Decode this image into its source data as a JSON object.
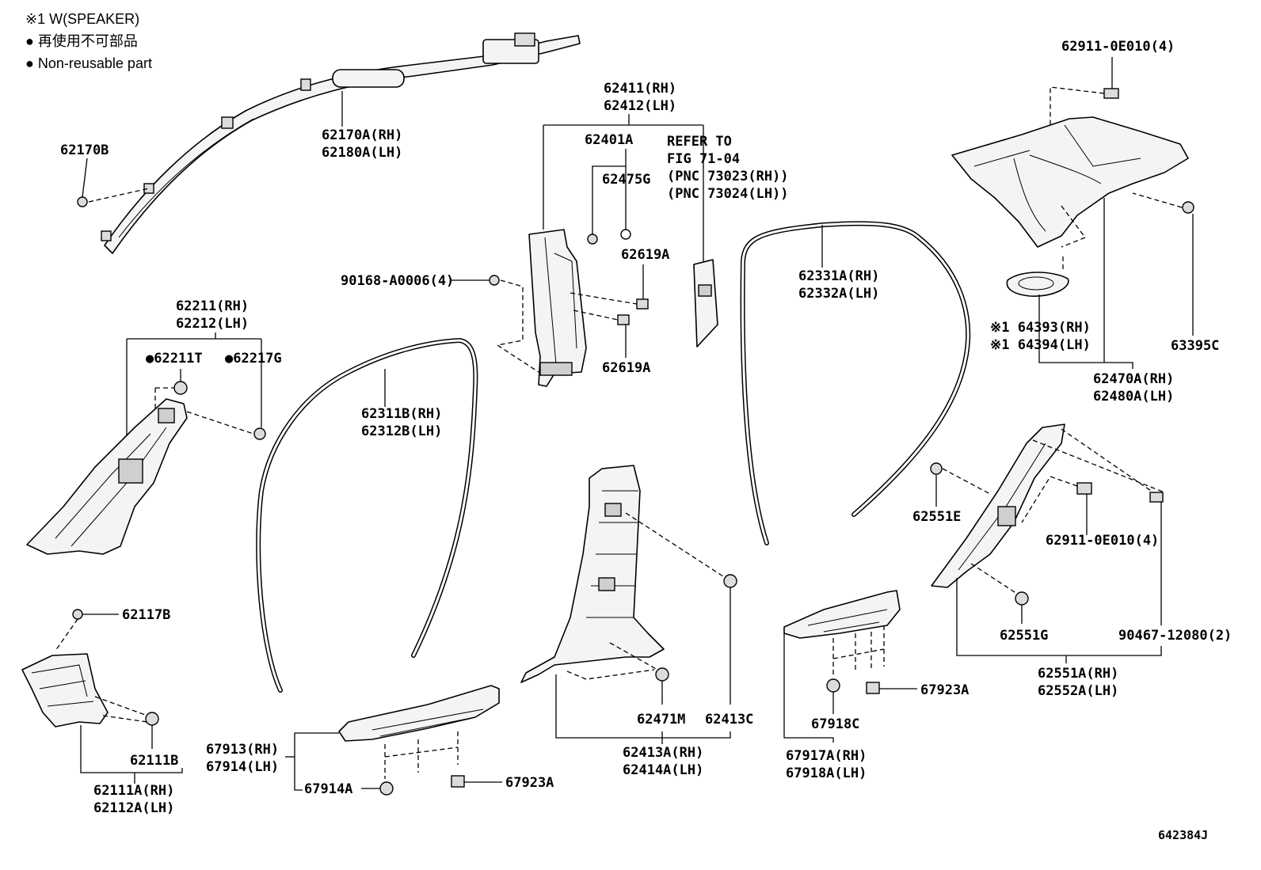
{
  "legend": {
    "note_speaker": "※1 W(SPEAKER)",
    "non_reusable_jp": "● 再使用不可部品",
    "non_reusable_en": "● Non-reusable part"
  },
  "refer": {
    "line1": "REFER TO",
    "line2": "FIG 71-04",
    "line3": "(PNC 73023(RH))",
    "line4": "(PNC 73024(LH))"
  },
  "labels": {
    "p62170B": "62170B",
    "p62170A_rh": "62170A(RH)",
    "p62180A_lh": "62180A(LH)",
    "p62411_rh": "62411(RH)",
    "p62412_lh": "62412(LH)",
    "p62401A": "62401A",
    "p62475G": "62475G",
    "p62619A_top": "62619A",
    "p62619A_bot": "62619A",
    "p90168": "90168-A0006(4)",
    "p62911_top": "62911-0E010(4)",
    "p62331A_rh": "62331A(RH)",
    "p62332A_lh": "62332A(LH)",
    "p64393_rh": "※1 64393(RH)",
    "p64394_lh": "※1 64394(LH)",
    "p63395C": "63395C",
    "p62470A_rh": "62470A(RH)",
    "p62480A_lh": "62480A(LH)",
    "p62211_rh": "62211(RH)",
    "p62212_lh": "62212(LH)",
    "p62211T": "●62211T",
    "p62217G": "●62217G",
    "p62311B_rh": "62311B(RH)",
    "p62312B_lh": "62312B(LH)",
    "p62551E": "62551E",
    "p62911_mid": "62911-0E010(4)",
    "p62551G": "62551G",
    "p90467": "90467-12080(2)",
    "p62551A_rh": "62551A(RH)",
    "p62552A_lh": "62552A(LH)",
    "p62117B": "62117B",
    "p62111B": "62111B",
    "p62111A_rh": "62111A(RH)",
    "p62112A_lh": "62112A(LH)",
    "p62471M": "62471M",
    "p62413C": "62413C",
    "p62413A_rh": "62413A(RH)",
    "p62414A_lh": "62414A(LH)",
    "p67923A_right": "67923A",
    "p67918C": "67918C",
    "p67917A_rh": "67917A(RH)",
    "p67918A_lh": "67918A(LH)",
    "p67913_rh": "67913(RH)",
    "p67914_lh": "67914(LH)",
    "p67914A": "67914A",
    "p67923A_left": "67923A",
    "drawing_no": "642384J"
  }
}
